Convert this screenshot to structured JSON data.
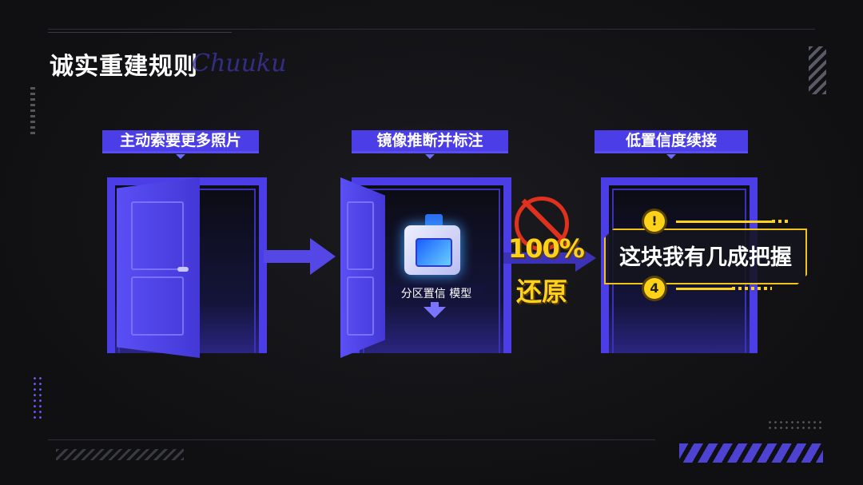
{
  "title": "诚实重建规则",
  "title_script": "Chuuku",
  "steps": [
    {
      "label": "主动索要更多照片"
    },
    {
      "label": "镜像推断并标注",
      "model_label": "分区置信 模型"
    },
    {
      "label": "低置信度续接",
      "callout": "这块我有几成把握",
      "badge_top": "!",
      "badge_bottom": "4"
    }
  ],
  "rejected": {
    "percent": "100%",
    "word": "还原"
  },
  "colors": {
    "accent": "#4b3ee6",
    "warning": "#ffd21a",
    "deny": "#e0311e"
  }
}
